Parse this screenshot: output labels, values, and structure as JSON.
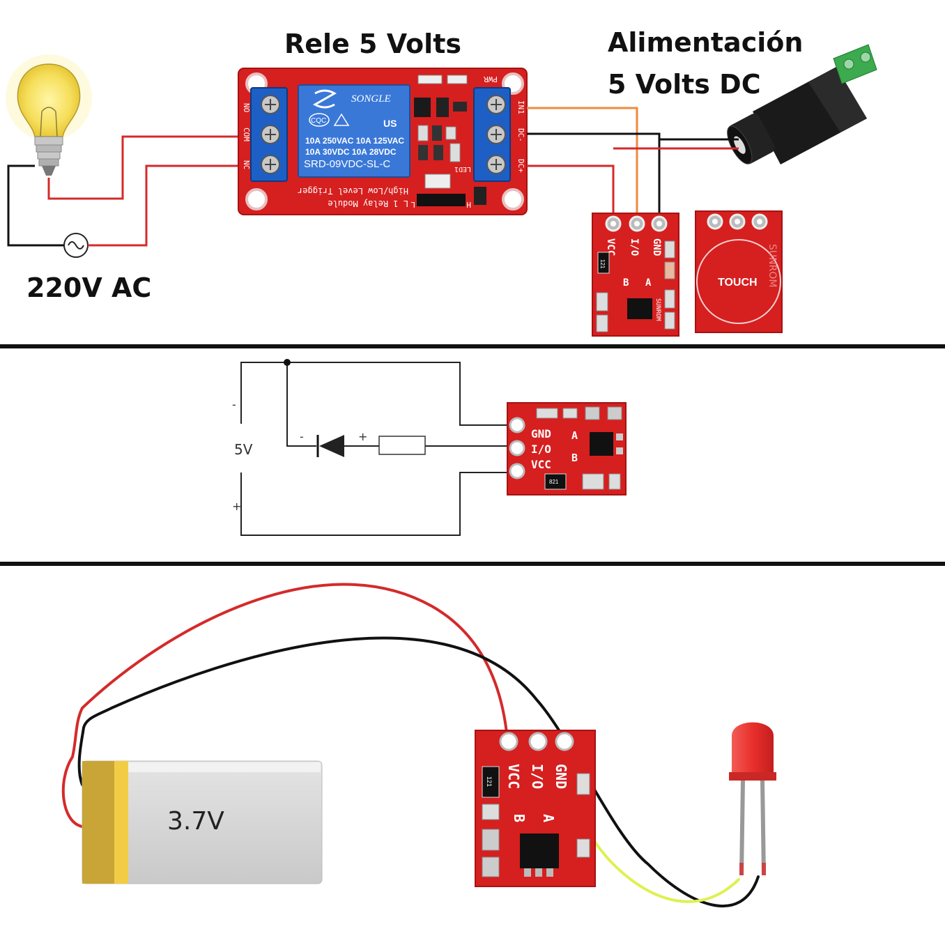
{
  "panel1": {
    "relay_title": "Rele 5 Volts",
    "power_title_line1": "Alimentación",
    "power_title_line2": "5 Volts DC",
    "ac_label": "220V AC",
    "relay": {
      "brand": "SONGLE",
      "cert_left": "CQC",
      "cert_right": "US",
      "rating_line1": "10A 250VAC  10A 125VAC",
      "rating_line2": "10A  30VDC  10A  28VDC",
      "model": "SRD-09VDC-SL-C",
      "module_line1": "L 1 Relay Module",
      "module_line2": "High/Low Level Trigger",
      "pin_no": "NO",
      "pin_com": "COM",
      "pin_nc": "NC",
      "pin_in1": "IN1",
      "pin_dc_minus": "DC-",
      "pin_dc_plus": "DC+",
      "pwr_label": "PWR",
      "l_label": "L",
      "h_label": "H",
      "led_label": "LED1"
    },
    "touch_module": {
      "pin_vcc": "VCC",
      "pin_io": "I/O",
      "pin_gnd": "GND",
      "pad_a": "A",
      "pad_b": "B",
      "brand": "SUNROM",
      "touch_label": "TOUCH",
      "resistor_code": "121"
    }
  },
  "panel2": {
    "minus_label": "-",
    "voltage_label": "5V",
    "plus_label": "+",
    "diode_minus": "-",
    "diode_plus": "+",
    "module": {
      "pin_gnd": "GND",
      "pin_io": "I/O",
      "pin_vcc": "VCC",
      "pad_a": "A",
      "pad_b": "B",
      "resistor_code": "821"
    }
  },
  "panel3": {
    "battery_label": "3.7V",
    "module": {
      "pin_vcc": "VCC",
      "pin_io": "I/O",
      "pin_gnd": "GND",
      "pad_a": "A",
      "pad_b": "B",
      "resistor_code": "121"
    }
  },
  "colors": {
    "pcb_red": "#d61f1f",
    "terminal_blue": "#1d5fc4",
    "relay_blue": "#3a78d8",
    "wire_red": "#d42a2a",
    "wire_black": "#111111",
    "wire_orange": "#f08a3c",
    "wire_yellow": "#dff050",
    "led_red": "#e8302c",
    "battery_yellow": "#d6b23a"
  }
}
